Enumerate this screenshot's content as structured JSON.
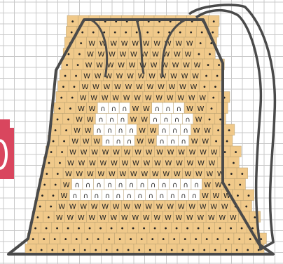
{
  "pattern": {
    "grid_columns": 26,
    "grid_rows": 24,
    "colors": {
      "background": "#ffffff",
      "grid_line": "#c8c8c8",
      "tan_fill": "#f0c98a",
      "white_fill": "#ffffff",
      "outline": "#4a4a4a",
      "pink_accent": "#d9465e",
      "symbol_ink": "#222222"
    },
    "stitch_symbols": {
      "purl_dot": "•",
      "knit_v": "W",
      "arch": "∩"
    },
    "features": {
      "drawstring_loop": true,
      "gathered_top": true,
      "eyes_and_mouth_white_motif": true,
      "pink_item_left_edge": true
    }
  }
}
